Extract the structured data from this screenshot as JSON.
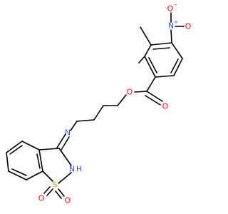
{
  "molecule": {
    "atoms": {
      "nitro_n": "N",
      "nitro_n_charge": "+",
      "nitro_o_top": "O",
      "nitro_o_top_charge": "−",
      "nitro_o_right": "O",
      "ester_o_single": "O",
      "ester_o_double": "O",
      "imine_n": "N",
      "ring_nh": "N",
      "ring_h": "H",
      "sulfur": "S",
      "sulfonyl_o_left": "O",
      "sulfonyl_o_right": "O"
    },
    "colors": {
      "carbon_bonds": "#000000",
      "nitrogen": "#3050F8",
      "oxygen": "#FF0D0D",
      "sulfur": "#C8A000"
    }
  }
}
